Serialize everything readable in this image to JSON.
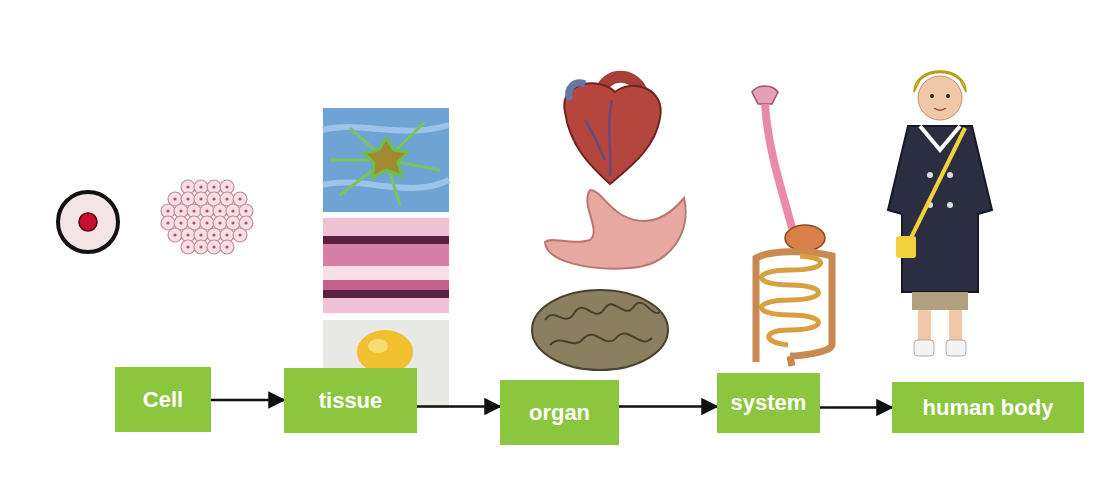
{
  "diagram": {
    "nodes": [
      {
        "text": [
          "Cell"
        ]
      },
      {
        "text": [
          "tissue"
        ]
      },
      {
        "text": [
          "organ"
        ]
      },
      {
        "text": [
          "system"
        ]
      },
      {
        "text": [
          "human body"
        ]
      }
    ],
    "edges": [
      {
        "from": 0,
        "to": 1,
        "arrow": "to"
      },
      {
        "from": 1,
        "to": 2,
        "arrow": "to"
      },
      {
        "from": 2,
        "to": 3,
        "arrow": "to"
      },
      {
        "from": 3,
        "to": 4,
        "arrow": "to"
      }
    ]
  }
}
